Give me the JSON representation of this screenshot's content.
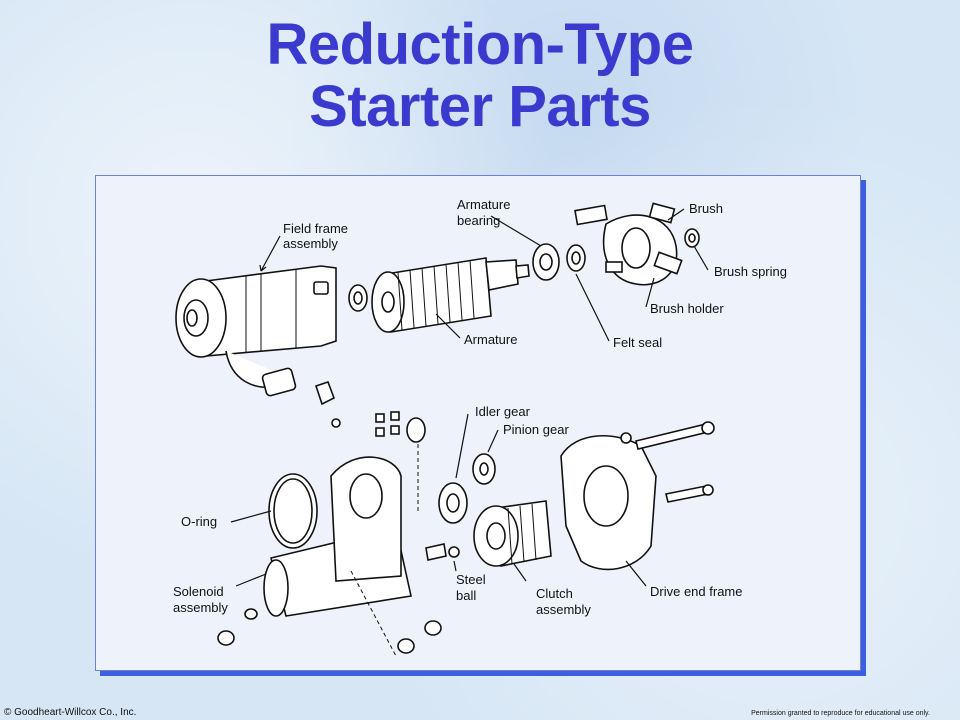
{
  "title": {
    "line1": "Reduction-Type",
    "line2": "Starter Parts"
  },
  "labels": {
    "field_frame_1": "Field frame",
    "field_frame_2": "assembly",
    "armature_bearing_1": "Armature",
    "armature_bearing_2": "bearing",
    "brush": "Brush",
    "brush_spring": "Brush spring",
    "brush_holder": "Brush holder",
    "felt_seal": "Felt seal",
    "armature": "Armature",
    "idler_gear": "Idler gear",
    "pinion_gear": "Pinion gear",
    "o_ring": "O-ring",
    "solenoid_1": "Solenoid",
    "solenoid_2": "assembly",
    "steel_ball_1": "Steel",
    "steel_ball_2": "ball",
    "clutch_1": "Clutch",
    "clutch_2": "assembly",
    "drive_end_frame": "Drive end frame"
  },
  "footer": {
    "copyright": "© Goodheart-Willcox Co., Inc.",
    "permission": "Permission granted to reproduce for educational use only."
  }
}
